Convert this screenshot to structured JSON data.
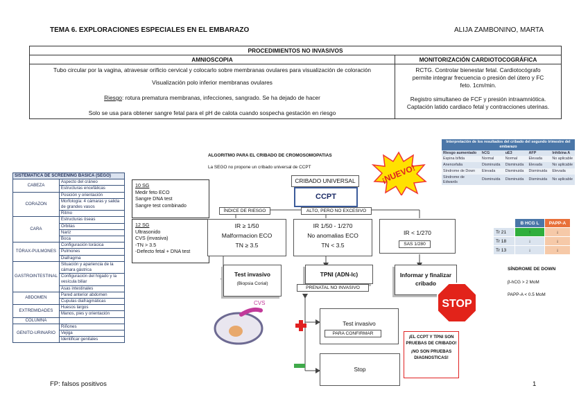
{
  "header": {
    "title": "TEMA 6. EXPLORACIONES ESPECIALES EN EL EMBARAZO",
    "author": "ALIJA ZAMBONINO, MARTA"
  },
  "proc": {
    "title": "PROCEDIMIENTOS NO INVASIVOS",
    "col1": "AMNIOSCOPIA",
    "col2": "MONITORIZACIÓN CARDIOTOCOGRÁFICA",
    "a1": "Tubo circular por la vagina, atravesar orificio cervical y colocarlo sobre membranas ovulares para visualización de coloración",
    "a2": "Visualización polo inferior membranas ovulares",
    "a3_label": "Riesgo",
    "a3": ": rotura prematura membranas, infecciones, sangrado. Se ha dejado de hacer",
    "a4": "Solo se usa para obtener sangre fetal para el pH de calota cuando sospecha gestación en riesgo",
    "m1": "RCTG. Controlar bienestar fetal. Cardiotocógrafo permite integrar frecuencia o presión del útero y FC feto. 1cm/min.",
    "m2": "Registro simultaneo de FCF y presión intraamniótica. Captación latido cardiaco fetal y contracciones uterinas."
  },
  "sego": {
    "title": "SISTEMATICA DE SCREENING BASICA (SEGO)",
    "groups": [
      {
        "cat": "CABEZA",
        "items": [
          "Aspecto del cráneo",
          "Estructuras encefálicas"
        ]
      },
      {
        "cat": "CORAZON",
        "items": [
          "Posición y orientación",
          "Morfología: 4 cámaras y salida de grandes vasos",
          "Ritmo"
        ]
      },
      {
        "cat": "CARA",
        "items": [
          "Estructuras óseas",
          "Órbitas",
          "Nariz",
          "Boca"
        ]
      },
      {
        "cat": "TÓRAX-PULMONES",
        "items": [
          "Configuración torácica",
          "Pulmones",
          "Diafragma"
        ]
      },
      {
        "cat": "GASTROINTESTINAL",
        "items": [
          "Situación y apariencia de la cámara gástrica",
          "Configuración del hígado y la vesícula biliar",
          "Asas intestinales"
        ]
      },
      {
        "cat": "ABDOMEN",
        "items": [
          "Pared anterior abdomen",
          "Cupulas diafragmáticas"
        ]
      },
      {
        "cat": "EXTREMIDADES",
        "items": [
          "Huesos largos",
          "Manos, pies y orientación"
        ]
      },
      {
        "cat": "COLUMNA",
        "items": [
          ""
        ]
      },
      {
        "cat": "GENITO-URINARIO",
        "items": [
          "Riñones",
          "Vejiga",
          "Identificar genitales"
        ]
      }
    ]
  },
  "sg10": {
    "title": "10 SG",
    "l1": "Medir feto ECO",
    "l2": "Sangre DNA test",
    "l3": "Sangre test combinado"
  },
  "sg12": {
    "title": "12 SG",
    "l1": "Ultrasonido",
    "l2": "CVS (invasiva)",
    "l3": "-TN > 3.5",
    "l4": "-Defecto fetal + DNA test"
  },
  "algo": {
    "title": "ALGORITMO PARA EL CRIBADO DE CROMOSOMOPATIAS",
    "sub": "La SEGO no propone un cribado universal de CCPT",
    "universal": "CRIBADO UNIVERSAL",
    "ccpt": "CCPT",
    "nuevo": "¡NUEVO!",
    "indice": "ÍNDICE DE RIESGO",
    "alto": "ALTO, PERO NO EXCESIVO",
    "b1a": "IR ≥ 1/50",
    "b1b": "Malformacion ECO",
    "b1c": "TN ≥ 3.5",
    "b2a": "IR 1/50 - 1/270",
    "b2b": "No anomalias ECO",
    "b2c": "TN < 3.5",
    "b3a": "IR < 1/270",
    "sas": "SAS 1/280",
    "invasivo": "Test invasivo",
    "biopsia": "(Biopsia Corial)",
    "tpni": "TPNI (ADN-lc)",
    "prenatal": "PRENATAL NO INVASIVO",
    "informar": "Informar y finalizar cribado",
    "stop_sign": "STOP",
    "cvs": "CVS",
    "test2": "Test invasivo",
    "confirmar": "PARA CONFIRMAR",
    "stop": "Stop",
    "warn1": "¡EL CCPT Y TPNI SON PRUEBAS DE CRIBADO!",
    "warn2": "¡NO SON PRUEBAS DIAGNOSTICAS!"
  },
  "interp": {
    "title": "Interpretación de los resultados del cribado del segundo trimestre del embarazo",
    "headers": [
      "Riesgo aumentado",
      "hCG",
      "uE3",
      "AFP",
      "Inhibina A"
    ],
    "rows": [
      [
        "Espina bífida",
        "Normal",
        "Normal",
        "Elevada",
        "No aplicable"
      ],
      [
        "Anencefalia",
        "Disminuida",
        "Disminuida",
        "Elevada",
        "No aplicable"
      ],
      [
        "Síndrome de Down",
        "Elevada",
        "Disminuida",
        "Disminuida",
        "Elevada"
      ],
      [
        "Síndrome de Edwards",
        "Disminuida",
        "Disminuida",
        "Disminuida",
        "No aplicable"
      ]
    ]
  },
  "tri": {
    "h1": "B HCG L",
    "h2": "PAPP-A",
    "rows": [
      {
        "name": "Tr 21",
        "a": "↑",
        "b": "↓"
      },
      {
        "name": "Tr 18",
        "a": "↓",
        "b": "↓"
      },
      {
        "name": "Tr 13",
        "a": "↓",
        "b": "↓"
      }
    ]
  },
  "down": {
    "title": "SÍNDROME DE DOWN",
    "l1": "β-hCG > 2 MoM",
    "l2": "PAPP-A < 0.5 MoM"
  },
  "footer": {
    "fp": "FP: falsos positivos",
    "page": "1"
  }
}
